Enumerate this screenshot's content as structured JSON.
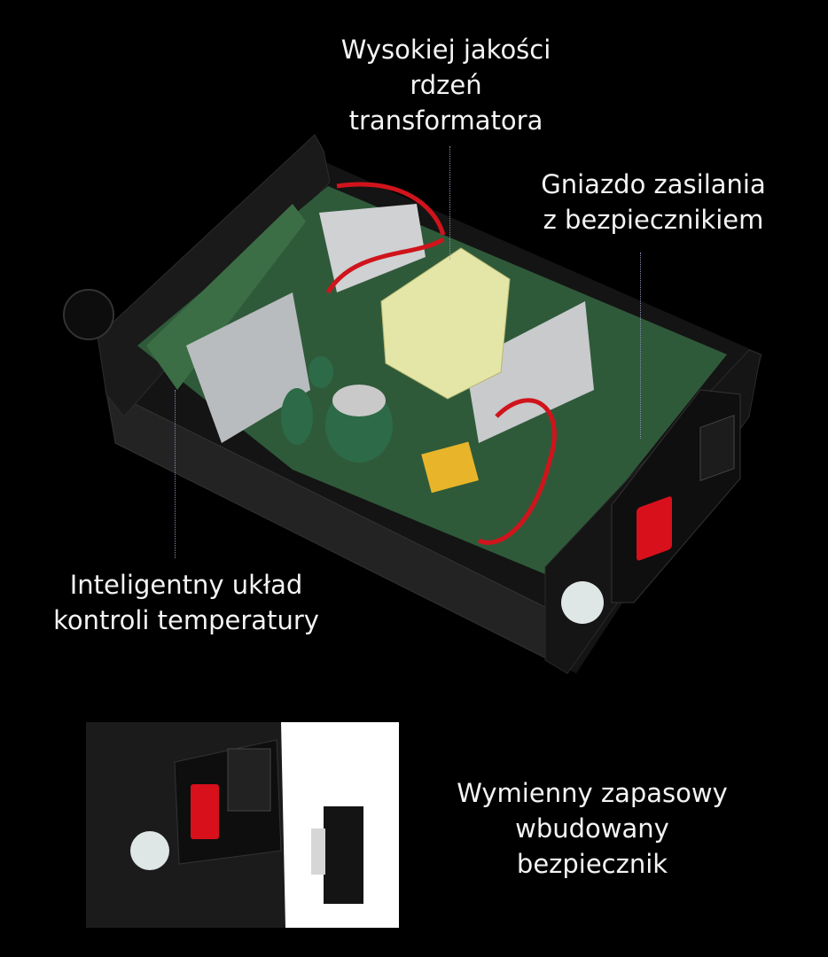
{
  "callouts": {
    "transformer": {
      "lines": [
        "Wysokiej jakości",
        "rdzeń",
        "transformatora"
      ]
    },
    "power_socket": {
      "lines": [
        "Gniazdo zasilania",
        "z bezpiecznikiem"
      ]
    },
    "temperature_control": {
      "lines": [
        "Inteligentny układ",
        "kontroli temperatury"
      ]
    },
    "spare_fuse": {
      "lines": [
        "Wymienny zapasowy",
        "wbudowany",
        "bezpiecznik"
      ]
    }
  },
  "colors": {
    "background": "#000000",
    "text": "#f4f4f4",
    "pcb": "#2f5a3a",
    "transformer": "#e4e6a8",
    "switch": "#d8101c",
    "capacitor": "#2d6a48"
  }
}
